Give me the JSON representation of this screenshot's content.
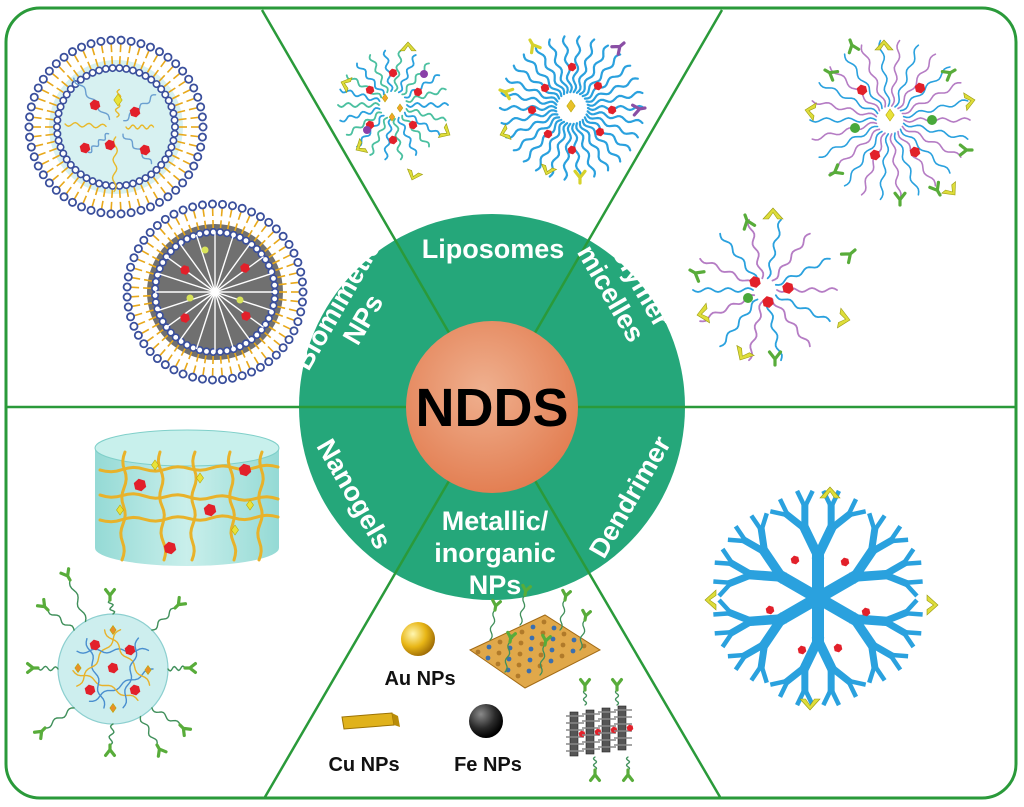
{
  "center": {
    "label": "NDDS"
  },
  "segments": {
    "top": "Liposomes",
    "top_right_1": "Polymer",
    "top_right_2": "micelles",
    "right": "Dendrimer",
    "bottom_1": "Metallic/",
    "bottom_2": "inorganic",
    "bottom_3": "NPs",
    "bottom_left": "Nanogels",
    "top_left_1": "Biomimetic",
    "top_left_2": "NPs"
  },
  "nanoparticles": {
    "au": "Au NPs",
    "cu": "Cu NPs",
    "fe": "Fe NPs"
  },
  "colors": {
    "frame": "#2a9a3a",
    "ring": "#25a77a",
    "core": "#ee8d63",
    "lipid_head": "#3a4f9c",
    "drug_red": "#e2202a",
    "ligand_yellow": "#e8e23a",
    "dendrimer_blue": "#2aa1de"
  }
}
